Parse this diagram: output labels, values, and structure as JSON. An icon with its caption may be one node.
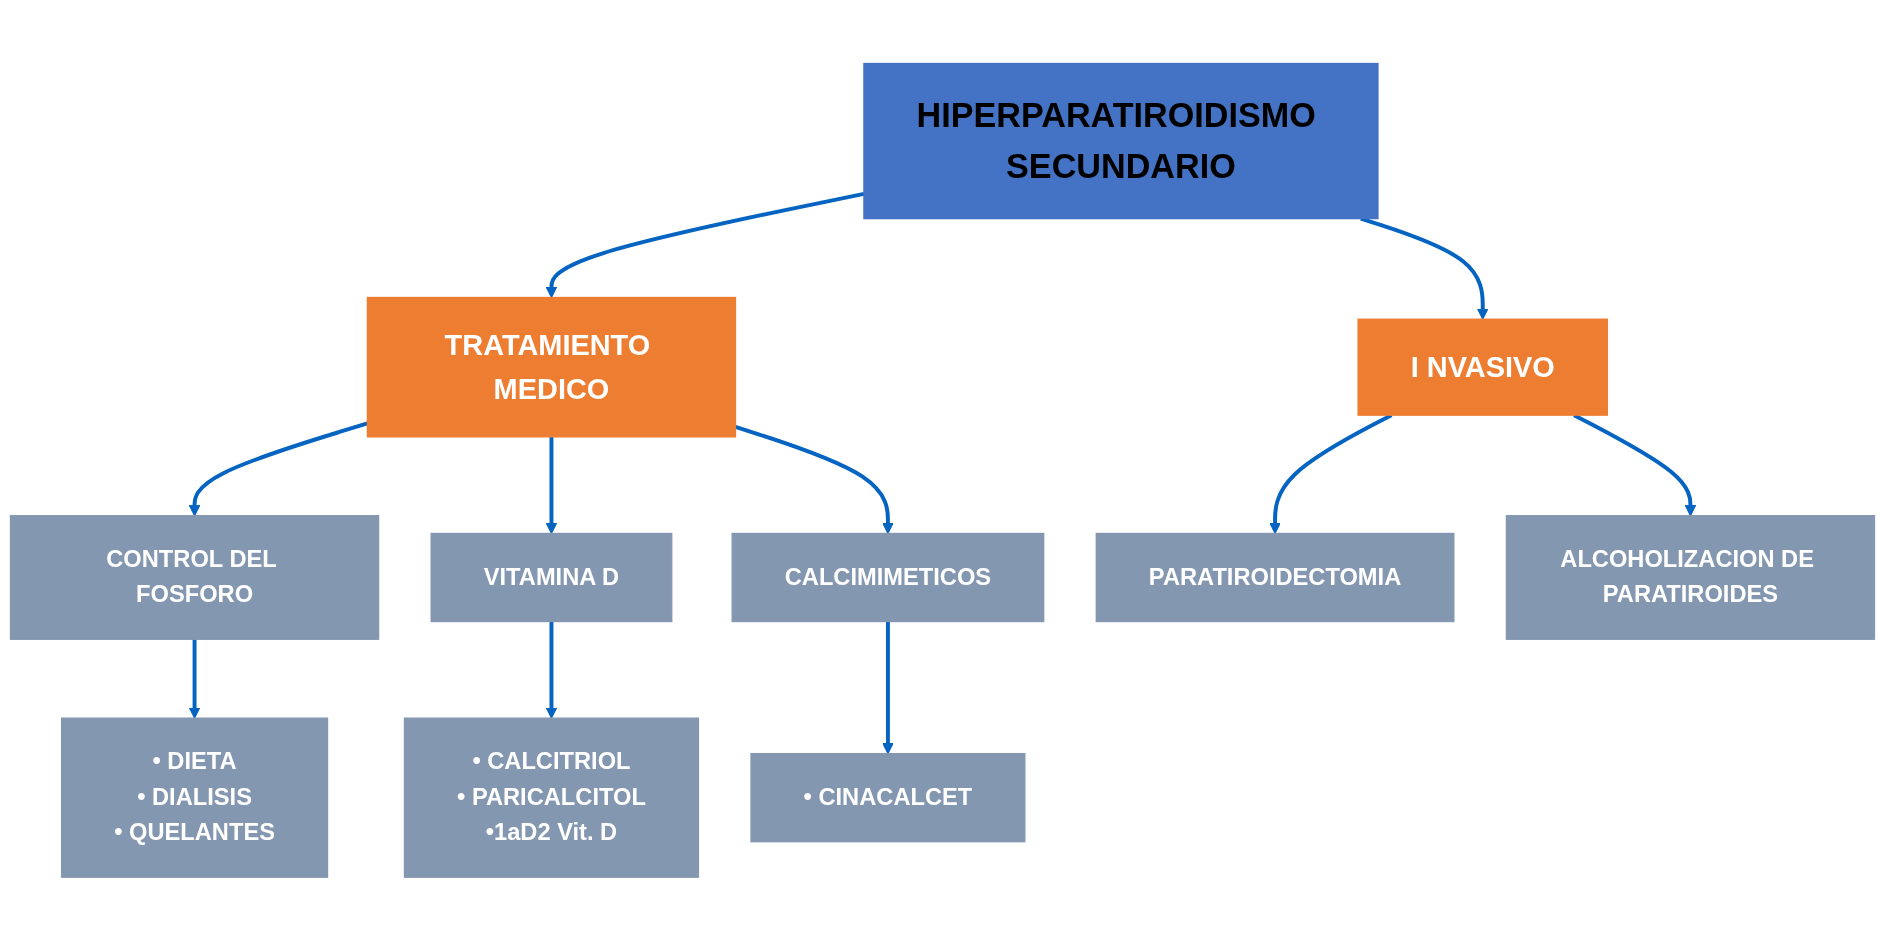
{
  "diagram": {
    "nodes": [
      {
        "text": [
          "HIPERPARATIROIDISMO SECUNDARIO"
        ]
      },
      {
        "text": [
          "TRATAMIENTO MEDICO"
        ]
      },
      {
        "text": [
          "I NVASIVO"
        ]
      },
      {
        "text": [
          "CONTROL DEL FOSFORO"
        ]
      },
      {
        "text": [
          "VITAMINA D"
        ]
      },
      {
        "text": [
          "CALCIMIMETICOS"
        ]
      },
      {
        "text": [
          "PARATIROIDECTOMIA"
        ]
      },
      {
        "text": [
          "ALCOHOLIZACION DE PARATIROIDES"
        ]
      },
      {
        "text": [
          "• DIETA",
          "• DIALISIS",
          "• QUELANTES"
        ]
      },
      {
        "text": [
          "• CALCITRIOL",
          "• PARICALCITOL",
          "•1aD2 Vit. D"
        ]
      },
      {
        "text": [
          "• CINACALCET"
        ]
      }
    ],
    "edges": [
      {
        "from": 0,
        "to": 1,
        "arrow": "to"
      },
      {
        "from": 0,
        "to": 2,
        "arrow": "to"
      },
      {
        "from": 1,
        "to": 3,
        "arrow": "to"
      },
      {
        "from": 1,
        "to": 4,
        "arrow": "to"
      },
      {
        "from": 1,
        "to": 5,
        "arrow": "to"
      },
      {
        "from": 2,
        "to": 6,
        "arrow": "to"
      },
      {
        "from": 2,
        "to": 7,
        "arrow": "to"
      },
      {
        "from": 3,
        "to": 8,
        "arrow": "to"
      },
      {
        "from": 4,
        "to": 9,
        "arrow": "to"
      },
      {
        "from": 5,
        "to": 10,
        "arrow": "to"
      }
    ]
  }
}
